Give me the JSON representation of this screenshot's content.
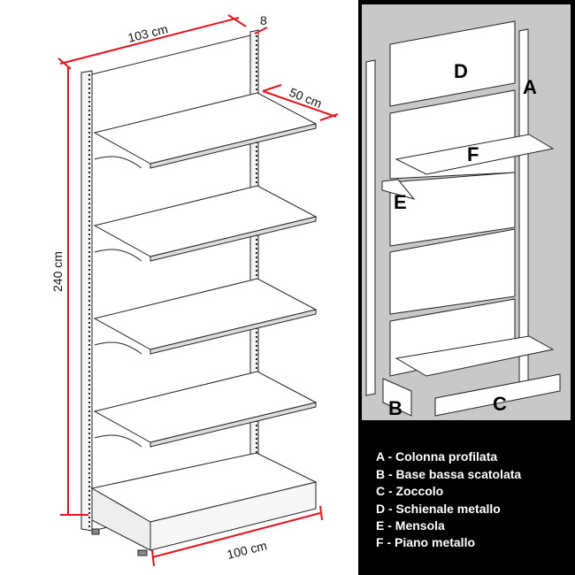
{
  "dimensions": {
    "width": "103 cm",
    "upright_depth": "8",
    "shelf_depth": "50 cm",
    "height": "240 cm",
    "base_width": "100 cm"
  },
  "parts_labels": [
    "A",
    "B",
    "C",
    "D",
    "E",
    "F"
  ],
  "legend": [
    "A - Colonna profilata",
    "B - Base bassa scatolata",
    "C - Zoccolo",
    "D - Schienale metallo",
    "E - Mensola",
    "F - Piano metallo"
  ],
  "colors": {
    "dimension_line": "#e8141c",
    "panel_bg": "#000000",
    "inner_bg": "#c8c8c8"
  }
}
